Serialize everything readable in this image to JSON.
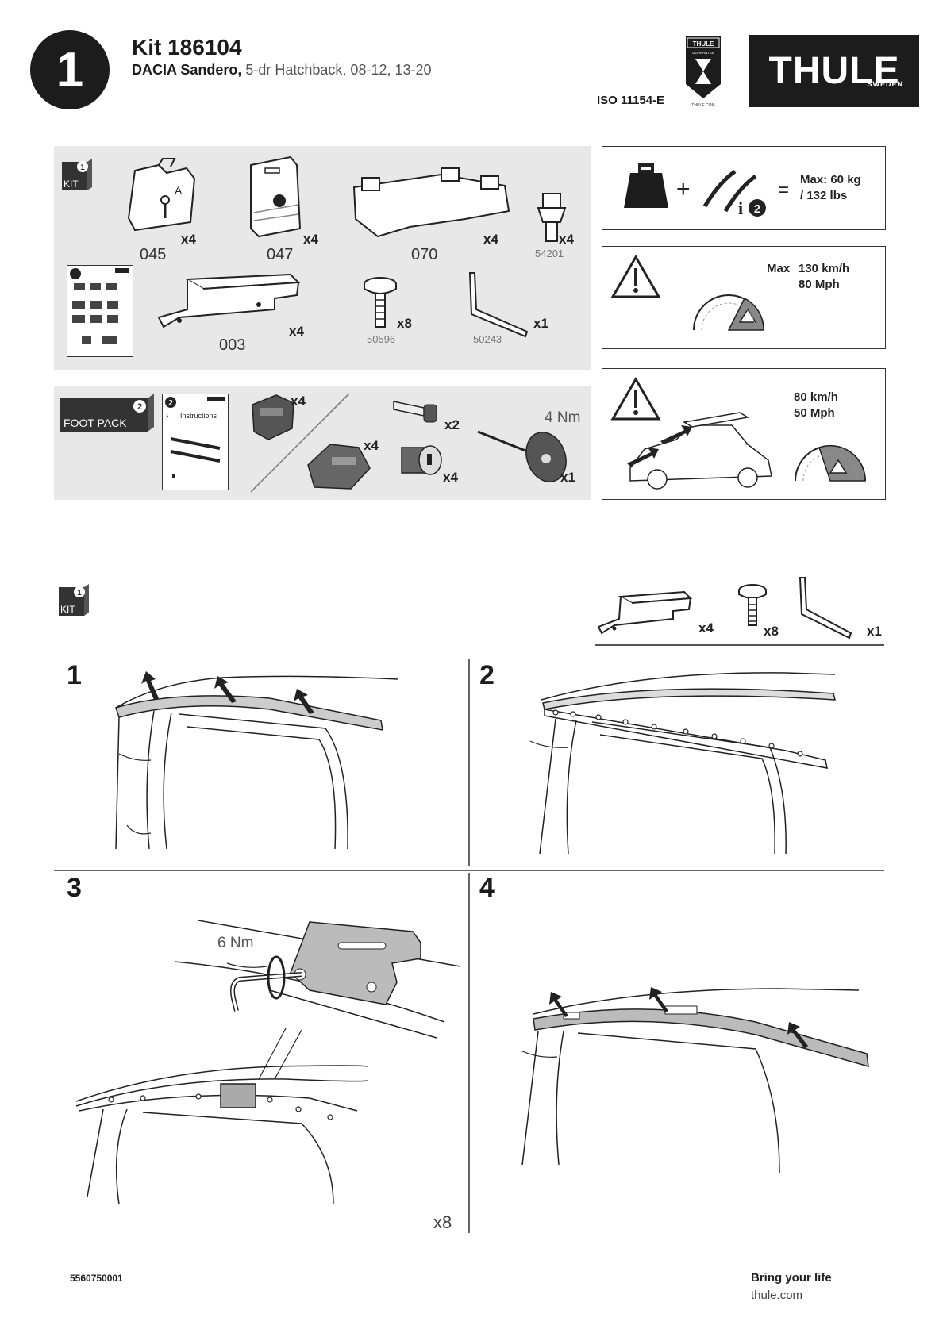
{
  "header": {
    "page_number": "1",
    "kit_title": "Kit 186104",
    "vehicle_bold": "DACIA Sandero,",
    "vehicle_rest": "5-dr Hatchback, 08-12, 13-20",
    "iso": "ISO 11154-E",
    "brand": "THULE",
    "brand_sub": "SWEDEN",
    "guarantee_top": "THULE",
    "guarantee_mid": "GUARANTEE",
    "guarantee_bottom": "THULE.COM"
  },
  "kit_panel": {
    "badge_num": "1",
    "badge_label": "KIT",
    "parts": [
      {
        "code": "045",
        "qty": "x4"
      },
      {
        "code": "047",
        "qty": "x4"
      },
      {
        "code": "070",
        "qty": "x4"
      },
      {
        "code": "54201",
        "qty": "x4"
      },
      {
        "code": "003",
        "qty": "x4"
      },
      {
        "code": "50596",
        "qty": "x8"
      },
      {
        "code": "50243",
        "qty": "x1"
      }
    ]
  },
  "foot_panel": {
    "badge_num": "2",
    "badge_label": "FOOT PACK",
    "booklet_num": "2",
    "booklet_text": "Instructions",
    "torque": "4 Nm",
    "qtys": [
      "x4",
      "x4",
      "x2",
      "x4",
      "x1"
    ]
  },
  "load_box": {
    "text1": "Max: 60 kg",
    "text2": "/ 132 lbs"
  },
  "speed_box1": {
    "label": "Max",
    "kmh": "130 km/h",
    "mph": "80 Mph"
  },
  "speed_box2": {
    "kmh": "80 km/h",
    "mph": "50 Mph"
  },
  "kit_section": {
    "badge_num": "1",
    "badge_label": "KIT",
    "qtys": [
      "x4",
      "x8",
      "x1"
    ]
  },
  "steps": {
    "s1": "1",
    "s2": "2",
    "s3": "3",
    "s4": "4",
    "torque3": "6 Nm",
    "repeat3": "x8"
  },
  "footer": {
    "doc_number": "5560750001",
    "slogan": "Bring your life",
    "url": "thule.com"
  }
}
